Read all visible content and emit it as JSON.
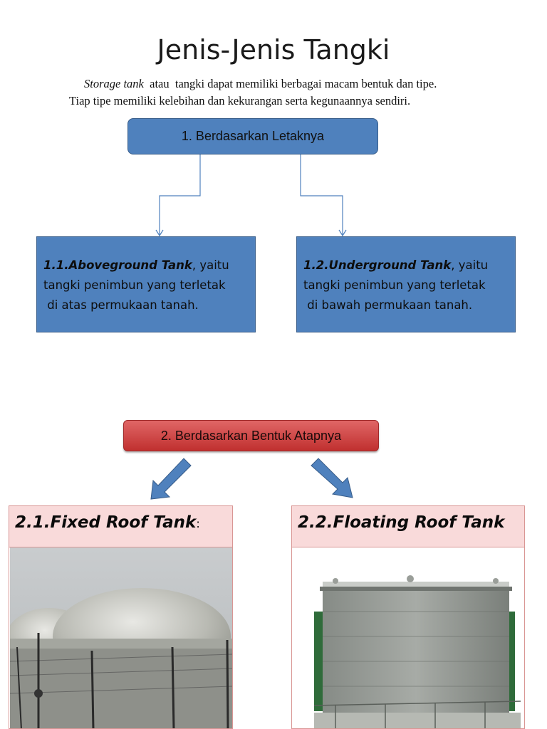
{
  "title": "Jenis-Jenis Tangki",
  "intro": {
    "line1_italic": "Storage tank",
    "line1_rest": "  atau  tangki dapat memiliki berbagai macam bentuk dan tipe.",
    "line2": "Tiap tipe memiliki kelebihan dan kekurangan serta  kegunaannya sendiri."
  },
  "section1": {
    "heading": "1. Berdasarkan Letaknya",
    "left": {
      "bold": "1.1.Aboveground Tank",
      "line1_rest": ", yaitu",
      "line2": "tangki penimbun yang terletak",
      "line3": " di atas permukaan tanah."
    },
    "right": {
      "bold": "1.2.Underground Tank",
      "line1_rest": ", yaitu",
      "line2": "tangki penimbun yang terletak",
      "line3": " di bawah permukaan tanah."
    }
  },
  "section2": {
    "heading": "2. Berdasarkan Bentuk Atapnya",
    "left": {
      "title": "2.1.Fixed Roof Tank",
      "suffix": ":"
    },
    "right": {
      "title": "2.2.Floating Roof Tank"
    }
  },
  "colors": {
    "blue_box": "#4f81bd",
    "red_box": "#c0504d",
    "card_header": "#f9dada"
  }
}
